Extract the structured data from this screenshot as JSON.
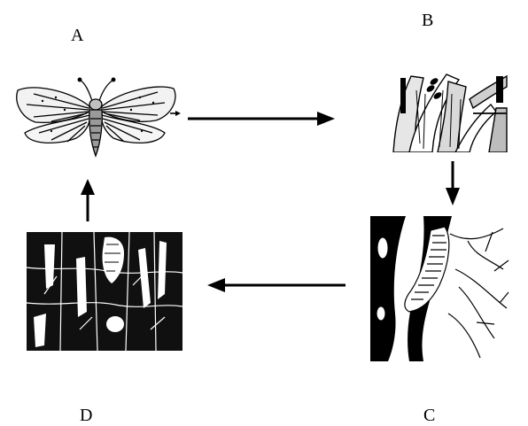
{
  "stages": {
    "a": {
      "label": "A",
      "depicts": "moth-adult"
    },
    "b": {
      "label": "B",
      "depicts": "eggs-on-leaf-sheath"
    },
    "c": {
      "label": "C",
      "depicts": "larva-in-stalk"
    },
    "d": {
      "label": "D",
      "depicts": "pupa-in-stalk"
    }
  },
  "colors": {
    "ink": "#000000",
    "paper": "#ffffff"
  }
}
